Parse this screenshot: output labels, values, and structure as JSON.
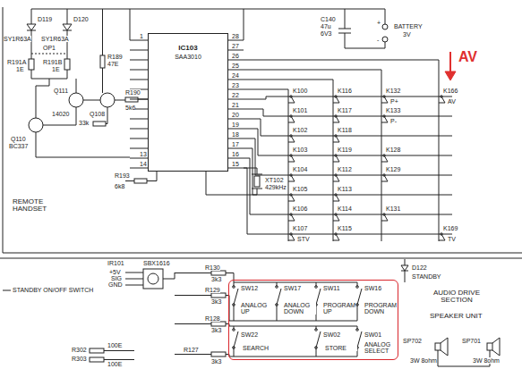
{
  "diagram": {
    "nodes": [
      {
        "text": [
          "IC103",
          "SAA3010"
        ]
      },
      {
        "text": [
          "SW12",
          "ANALOG UP",
          "SW17",
          "ANALOG DOWN",
          "SW11",
          "PROGRAM UP",
          "SW16",
          "PROGRAM DOWN",
          "SW22",
          "SEARCH",
          "SW02",
          "STORE",
          "SW01",
          "ANALOG SELECT"
        ]
      }
    ],
    "labels": [
      "D119",
      "D120",
      "SY1R63A",
      "SY1R63A",
      "OP1",
      "R191A",
      "R191B",
      "1E",
      "1E",
      "Q110",
      "BC337",
      "Q111",
      "14020",
      "Q108",
      "R189",
      "47E",
      "R190",
      "5k6",
      "33k",
      "R193",
      "6k8",
      "XT102",
      "429kHz",
      "C140",
      "47u",
      "6V3",
      "+",
      "BATTERY",
      "3V",
      "-",
      "AV",
      "REMOTE HANDSET",
      "28",
      "27",
      "26",
      "25",
      "24",
      "23",
      "22",
      "21",
      "20",
      "19",
      "18",
      "17",
      "16",
      "15",
      "1",
      "13",
      "14",
      "K100",
      "K101",
      "K102",
      "K103",
      "K104",
      "K105",
      "K106",
      "K107",
      "STV",
      "K116",
      "K117",
      "K118",
      "K119",
      "K112",
      "K113",
      "K114",
      "K115",
      "K132",
      "P+",
      "K133",
      "P-",
      "K128",
      "K129",
      "K131",
      "K166",
      "AV",
      "K169",
      "TV",
      "IR101",
      "SBX1616",
      "+5V",
      "SIG",
      "GND",
      "STANDBY ON/OFF SWITCH",
      "R130",
      "3k3",
      "R129",
      "3k3",
      "R128",
      "3k3",
      "R127",
      "3k3",
      "R302",
      "R303",
      "100E",
      "100E",
      "D122",
      "STANDBY",
      "AUDIO DRIVE SECTION",
      "SPEAKER UNIT",
      "SP702",
      "3W 8ohm",
      "SP701",
      "3W 8ohm"
    ]
  }
}
